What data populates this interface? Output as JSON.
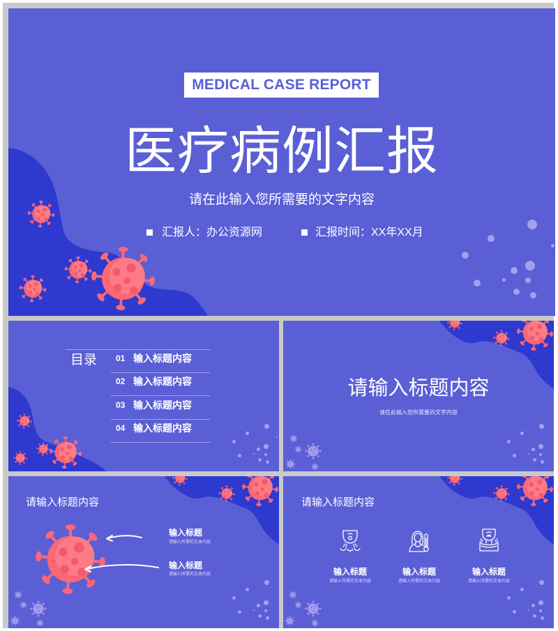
{
  "slides": {
    "cover": {
      "badge": "MEDICAL CASE REPORT",
      "title": "医疗病例汇报",
      "subtitle": "请在此输入您所需要的文字内容",
      "reporter": "汇报人：办公资源网",
      "report_time": "汇报时间：XX年XX月"
    },
    "toc": {
      "title": "目录",
      "items": [
        {
          "num": "01",
          "label": "输入标题内容"
        },
        {
          "num": "02",
          "label": "输入标题内容"
        },
        {
          "num": "03",
          "label": "输入标题内容"
        },
        {
          "num": "04",
          "label": "输入标题内容"
        }
      ]
    },
    "section": {
      "title": "请输入标题内容",
      "subtitle": "请在此输入您所需要的文字内容"
    },
    "detail": {
      "title": "请输入标题内容",
      "points": [
        {
          "title": "输入标题",
          "desc": "请输入所需的文本内容"
        },
        {
          "title": "输入标题",
          "desc": "请输入所需的文本内容"
        }
      ]
    },
    "symptoms": {
      "title": "请输入标题内容",
      "items": [
        {
          "icon": "cough-icon",
          "title": "输入标题",
          "desc": "请输入所需的文本内容"
        },
        {
          "icon": "fever-icon",
          "title": "输入标题",
          "desc": "请输入所需的文本内容"
        },
        {
          "icon": "sore-throat-icon",
          "title": "输入标题",
          "desc": "请输入所需的文本内容"
        }
      ]
    }
  },
  "colors": {
    "slide_bg": "#5a5fd6",
    "blob": "#2d39cf",
    "virus": "#fa6877",
    "virus_light": "#fd7b84",
    "dot": "#a69ef1",
    "frame": "#c9c9c9"
  }
}
